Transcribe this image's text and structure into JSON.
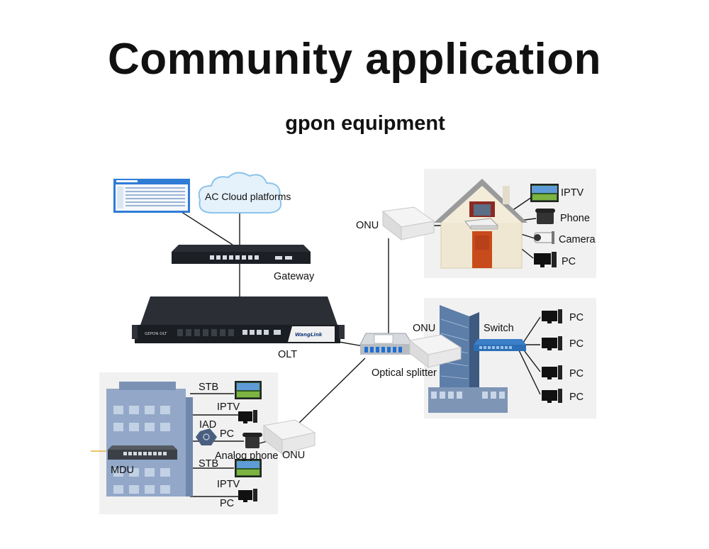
{
  "header": {
    "title": "Community application",
    "subtitle": "gpon equipment"
  },
  "network": {
    "cloud_label": "AC Cloud platforms",
    "gateway_label": "Gateway",
    "olt_label": "OLT",
    "olt_front_text": "GEPON OLT",
    "olt_brand_text": "WangLink",
    "splitter_label": "Optical splitter"
  },
  "home": {
    "onu_label": "ONU",
    "devices": [
      "IPTV",
      "Phone",
      "Camera",
      "PC"
    ]
  },
  "office": {
    "onu_label": "ONU",
    "switch_label": "Switch",
    "devices": [
      "PC",
      "PC",
      "PC",
      "PC"
    ]
  },
  "building": {
    "mdu_label": "MDU",
    "onu_label": "ONU",
    "stb_label_1": "STB",
    "iptv_label_1": "IPTV",
    "iad_label": "IAD",
    "pc_label_1": "PC",
    "analog_phone_label": "Analog phone",
    "stb_label_2": "STB",
    "iptv_label_2": "IPTV",
    "pc_label_2": "PC"
  },
  "colors": {
    "line": "#1a1a1a",
    "panel_bg": "#f1f1f1",
    "device_dark": "#1c1f24",
    "building_blue": "#8fa3c3",
    "switch_blue": "#2c6fb6"
  }
}
